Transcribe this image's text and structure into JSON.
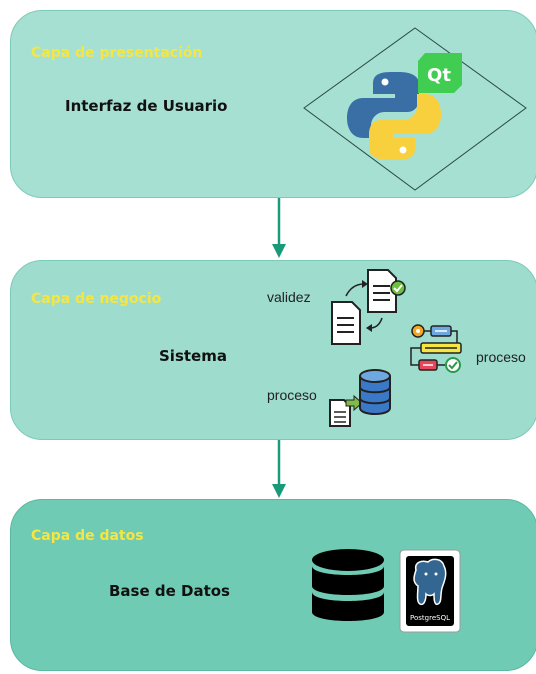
{
  "layers": [
    {
      "title": "Capa de presentación",
      "label": "Interfaz de Usuario"
    },
    {
      "title": "Capa de negocio",
      "label": "Sistema",
      "annotations": {
        "validity": "validez",
        "process_right": "proceso",
        "process_left": "proceso"
      }
    },
    {
      "title": "Capa de datos",
      "label": "Base de Datos"
    }
  ],
  "logos": {
    "qt": "Qt",
    "postgres": "PostgreSQL"
  },
  "colors": {
    "layer_fill": "#a6e0d2",
    "data_layer_fill": "#6fcbb3",
    "title_text": "#f5e642",
    "arrow": "#1a9a7a",
    "python_blue": "#3a6fa6",
    "python_yellow": "#f8cf3c",
    "qt_green": "#41cd52"
  },
  "icons": [
    "python-logo-icon",
    "qt-logo-icon",
    "document-icon",
    "checked-document-icon",
    "workflow-icon",
    "database-icon",
    "postgresql-logo-icon"
  ]
}
